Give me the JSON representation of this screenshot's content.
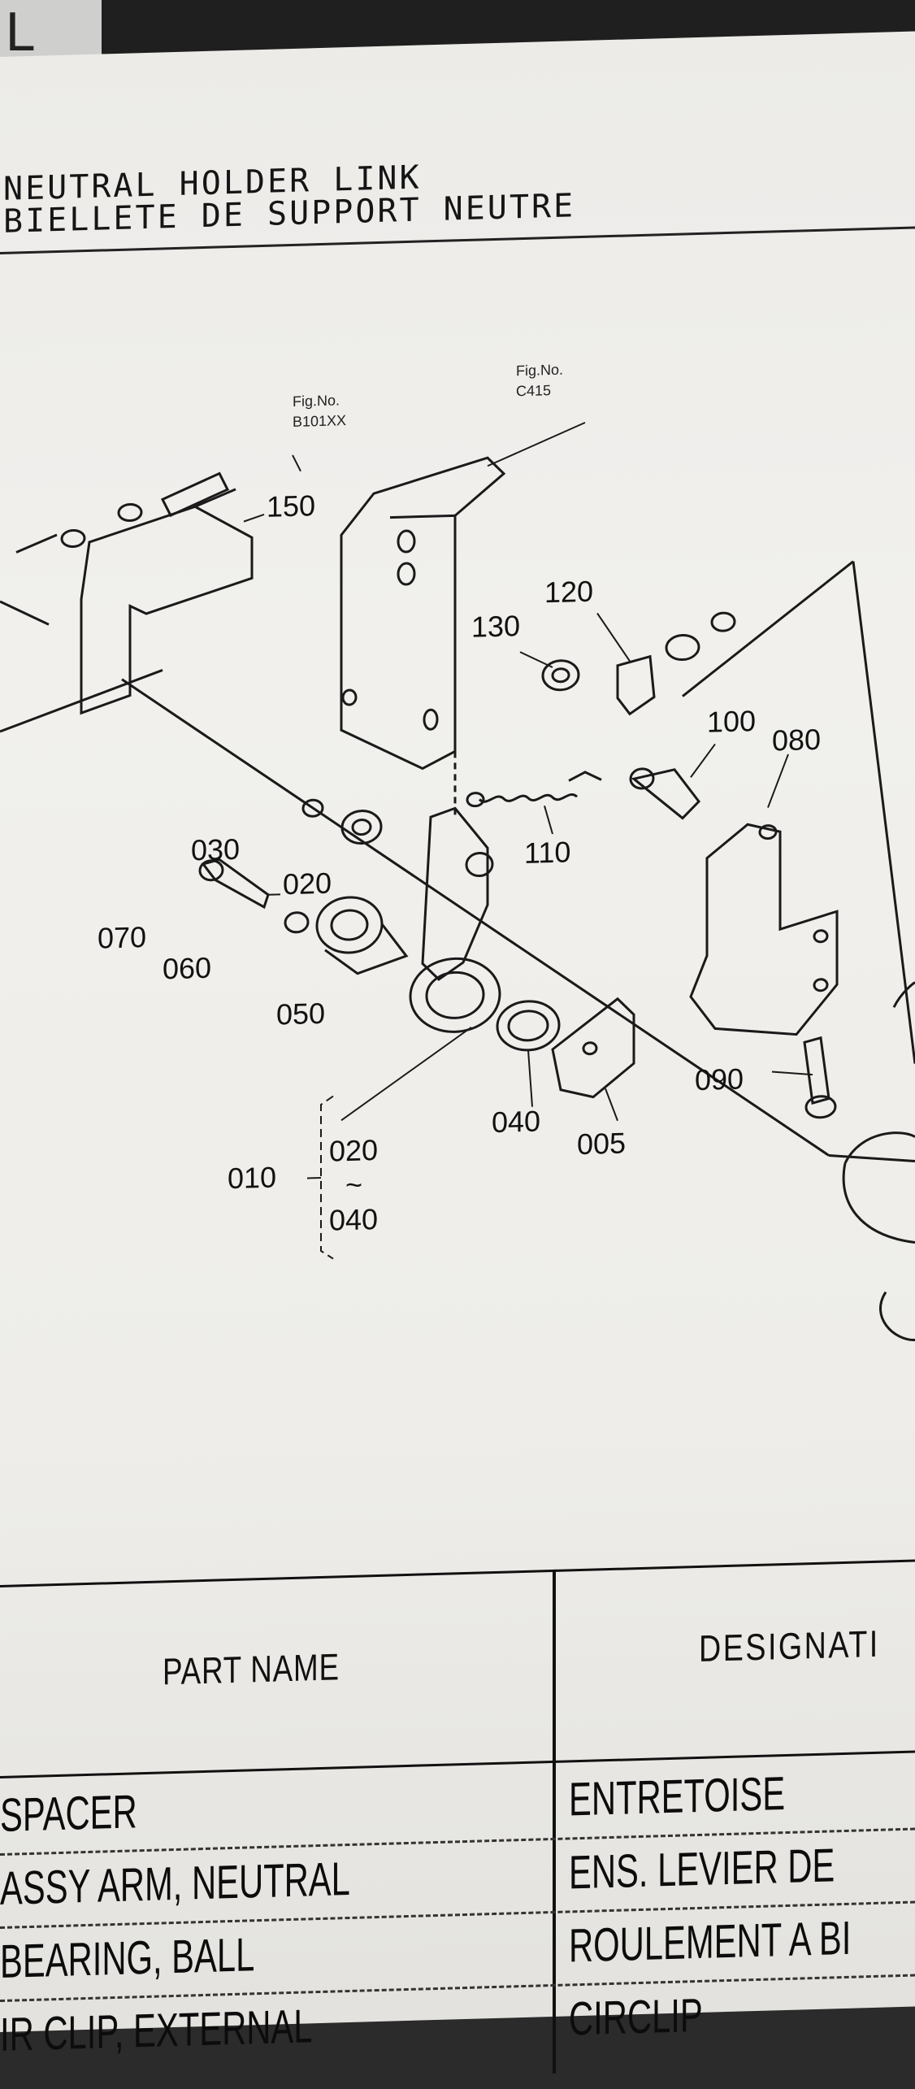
{
  "tab_letter": "L",
  "title": {
    "line1": "NEUTRAL HOLDER LINK",
    "line2": "BIELLETE DE SUPPORT NEUTRE"
  },
  "figure_refs": [
    {
      "label": "Fig.No.",
      "code": "B101XX"
    },
    {
      "label": "Fig.No.",
      "code": "C415"
    }
  ],
  "callouts": {
    "c150": "150",
    "c130": "130",
    "c120": "120",
    "c110": "110",
    "c100": "100",
    "c080": "080",
    "c030": "030",
    "c020": "020",
    "c070": "070",
    "c060": "060",
    "c050": "050",
    "c040": "040",
    "c005": "005",
    "c090": "090",
    "c010": "010",
    "group_from": "020",
    "group_tilde": "~",
    "group_to": "040"
  },
  "table": {
    "header_part_name": "PART NAME",
    "header_designation": "DESIGNATI",
    "rows": [
      {
        "part_name": "SPACER",
        "designation": "ENTRETOISE"
      },
      {
        "part_name": "ASSY ARM, NEUTRAL",
        "designation": "ENS. LEVIER DE"
      },
      {
        "part_name": "BEARING, BALL",
        "designation": "ROULEMENT A BI"
      },
      {
        "part_name": "IR CLIP, EXTERNAL",
        "designation": "CIRCLIP"
      }
    ]
  }
}
